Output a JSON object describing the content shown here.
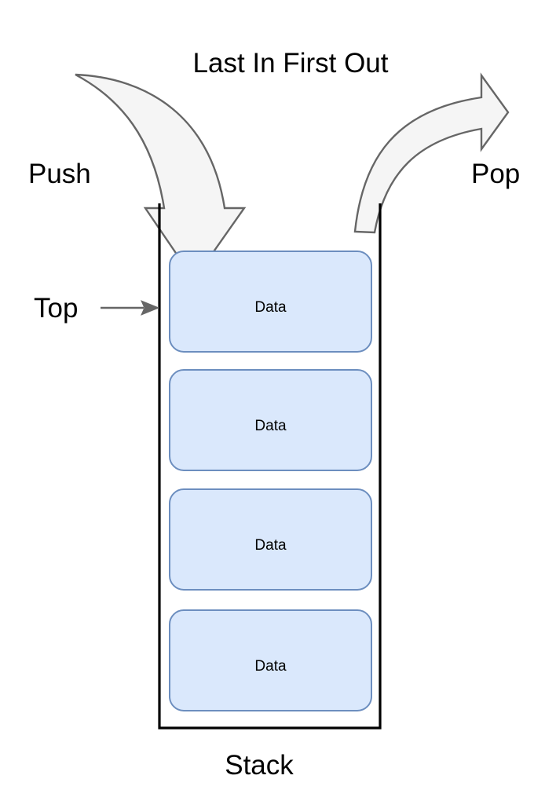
{
  "diagram": {
    "title": "Last In First Out",
    "bottom_label": "Stack",
    "push_label": "Push",
    "pop_label": "Pop",
    "top_label": "Top",
    "cell_label": "Data",
    "cells": [
      {
        "label": "Data"
      },
      {
        "label": "Data"
      },
      {
        "label": "Data"
      },
      {
        "label": "Data"
      }
    ],
    "colors": {
      "cell_fill": "#dae8fc",
      "cell_stroke": "#6c8ebf",
      "arrow_fill": "#f5f5f5",
      "arrow_stroke": "#666666",
      "wall_stroke": "#000000",
      "text": "#000000",
      "pointer_stroke": "#666666",
      "background": "#ffffff"
    },
    "icons": {
      "push_arrow": "curved-down-arrow-icon",
      "pop_arrow": "curved-right-arrow-icon",
      "top_pointer": "right-arrow-icon"
    }
  }
}
